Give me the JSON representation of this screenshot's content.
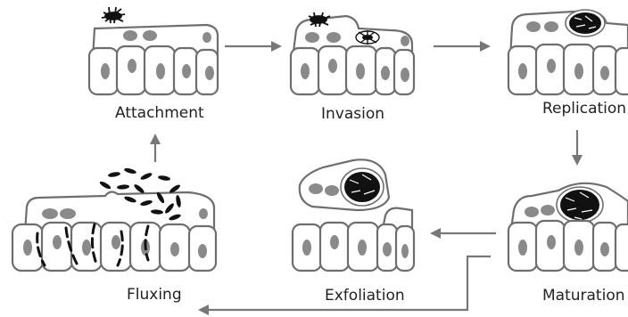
{
  "stages": [
    {
      "id": "attachment",
      "label": "Attachment"
    },
    {
      "id": "invasion",
      "label": "Invasion"
    },
    {
      "id": "replication",
      "label": "Replication"
    },
    {
      "id": "maturation",
      "label": "Maturation"
    },
    {
      "id": "exfoliation",
      "label": "Exfoliation"
    },
    {
      "id": "fluxing",
      "label": "Fluxing"
    }
  ],
  "colors": {
    "outline": "#6e6e6e",
    "nucleus": "#8a8a8a",
    "bacteria": "#111111",
    "arrow": "#777777"
  }
}
